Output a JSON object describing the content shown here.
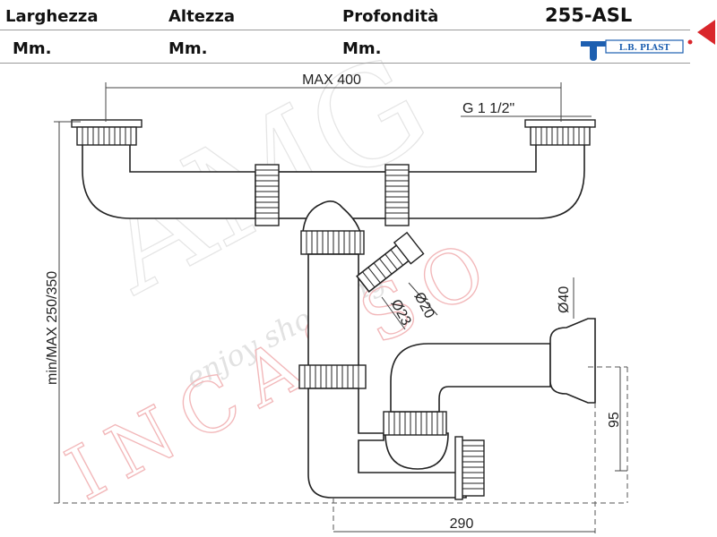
{
  "header": {
    "width_label": "Larghezza",
    "height_label": "Altezza",
    "depth_label": "Profondità",
    "product_code": "255-ASL",
    "width_unit": "Mm.",
    "height_unit": "Mm.",
    "depth_unit": "Mm.",
    "brand_logo": "L.B. PLAST"
  },
  "watermark": {
    "brand": "AMG",
    "tagline": "enjoy shopping",
    "sub": "INCASSO"
  },
  "dimensions": {
    "max_width": "MAX 400",
    "thread": "G 1 1/2\"",
    "height_range": "min/MAX 250/350",
    "diameter_20": "Ø20",
    "diameter_23": "Ø23",
    "diameter_40": "Ø40",
    "offset_95": "95",
    "depth_290": "290"
  },
  "colors": {
    "accent_red": "#d9262b",
    "logo_blue": "#1d5fb0",
    "line": "#222222"
  }
}
